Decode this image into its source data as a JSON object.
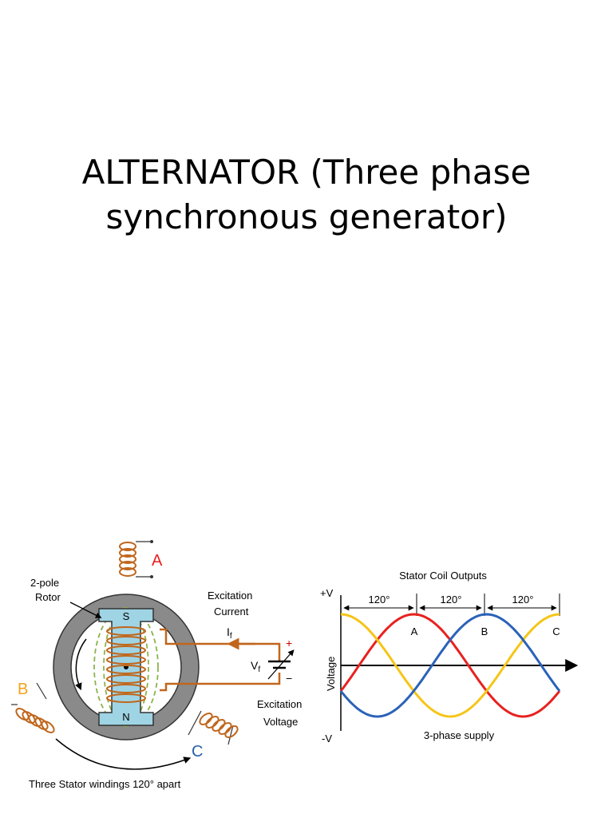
{
  "slide": {
    "title_line1": "ALTERNATOR (Three phase",
    "title_line2": "synchronous generator)"
  },
  "diagram": {
    "rotor_label_1": "2-pole",
    "rotor_label_2": "Rotor",
    "excitation_current_1": "Excitation",
    "excitation_current_2": "Current",
    "current_symbol": "I",
    "current_subscript": "f",
    "voltage_symbol": "V",
    "voltage_subscript": "f",
    "plus": "+",
    "minus": "−",
    "excitation_voltage_1": "Excitation",
    "excitation_voltage_2": "Voltage",
    "pole_s": "S",
    "pole_n": "N",
    "phase_a": "A",
    "phase_b": "B",
    "phase_c": "C",
    "caption": "Three Stator windings 120° apart",
    "colors": {
      "phase_a": "#e8211f",
      "phase_b": "#f5a31b",
      "phase_c": "#2862a8",
      "wire": "#c0661c",
      "rotor": "#9fd4e4",
      "field": "#8db24a"
    }
  },
  "waveform": {
    "title": "Stator Coil Outputs",
    "plus_v": "+V",
    "minus_v": "-V",
    "ylabel": "Voltage",
    "xlabel": "3-phase supply",
    "angle_1": "120°",
    "angle_2": "120°",
    "angle_3": "120°",
    "label_a": "A",
    "label_b": "B",
    "label_c": "C"
  },
  "chart_data": {
    "type": "line",
    "title": "Stator Coil Outputs",
    "xlabel": "3-phase supply",
    "ylabel": "Voltage",
    "x_unit": "degrees",
    "x_range": [
      0,
      360
    ],
    "y_range": [
      -1,
      1
    ],
    "series": [
      {
        "name": "A",
        "phase_shift_deg": 0,
        "color": "#e8211f"
      },
      {
        "name": "B",
        "phase_shift_deg": -120,
        "color": "#f5c518"
      },
      {
        "name": "C",
        "phase_shift_deg": 120,
        "color": "#2a62b8"
      }
    ]
  }
}
